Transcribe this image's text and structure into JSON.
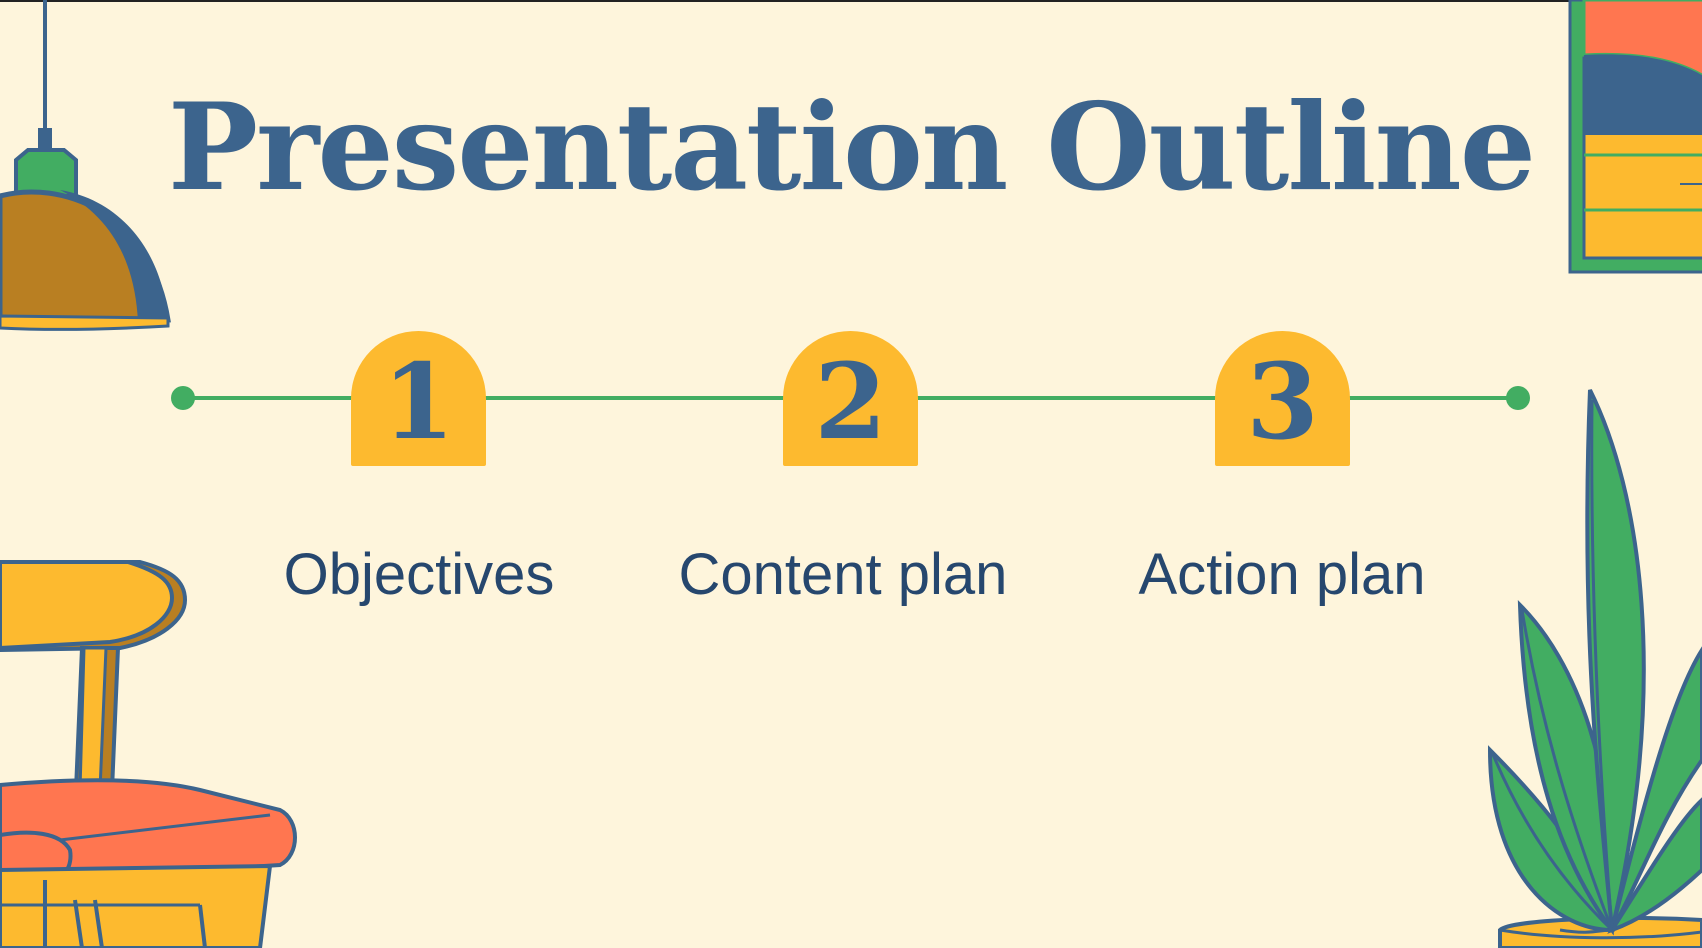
{
  "slide": {
    "title": "Presentation Outline",
    "steps": [
      {
        "number": "1",
        "label": "Objectives"
      },
      {
        "number": "2",
        "label": "Content plan"
      },
      {
        "number": "3",
        "label": "Action plan"
      }
    ]
  },
  "colors": {
    "background": "#FEF5DC",
    "primary_blue": "#3C648D",
    "accent_yellow": "#FDBA2F",
    "accent_green": "#42AD62",
    "accent_orange": "#FF7650"
  },
  "decorations": [
    "pendant-lamp-icon",
    "chair-icon",
    "window-icon",
    "potted-plant-icon"
  ]
}
